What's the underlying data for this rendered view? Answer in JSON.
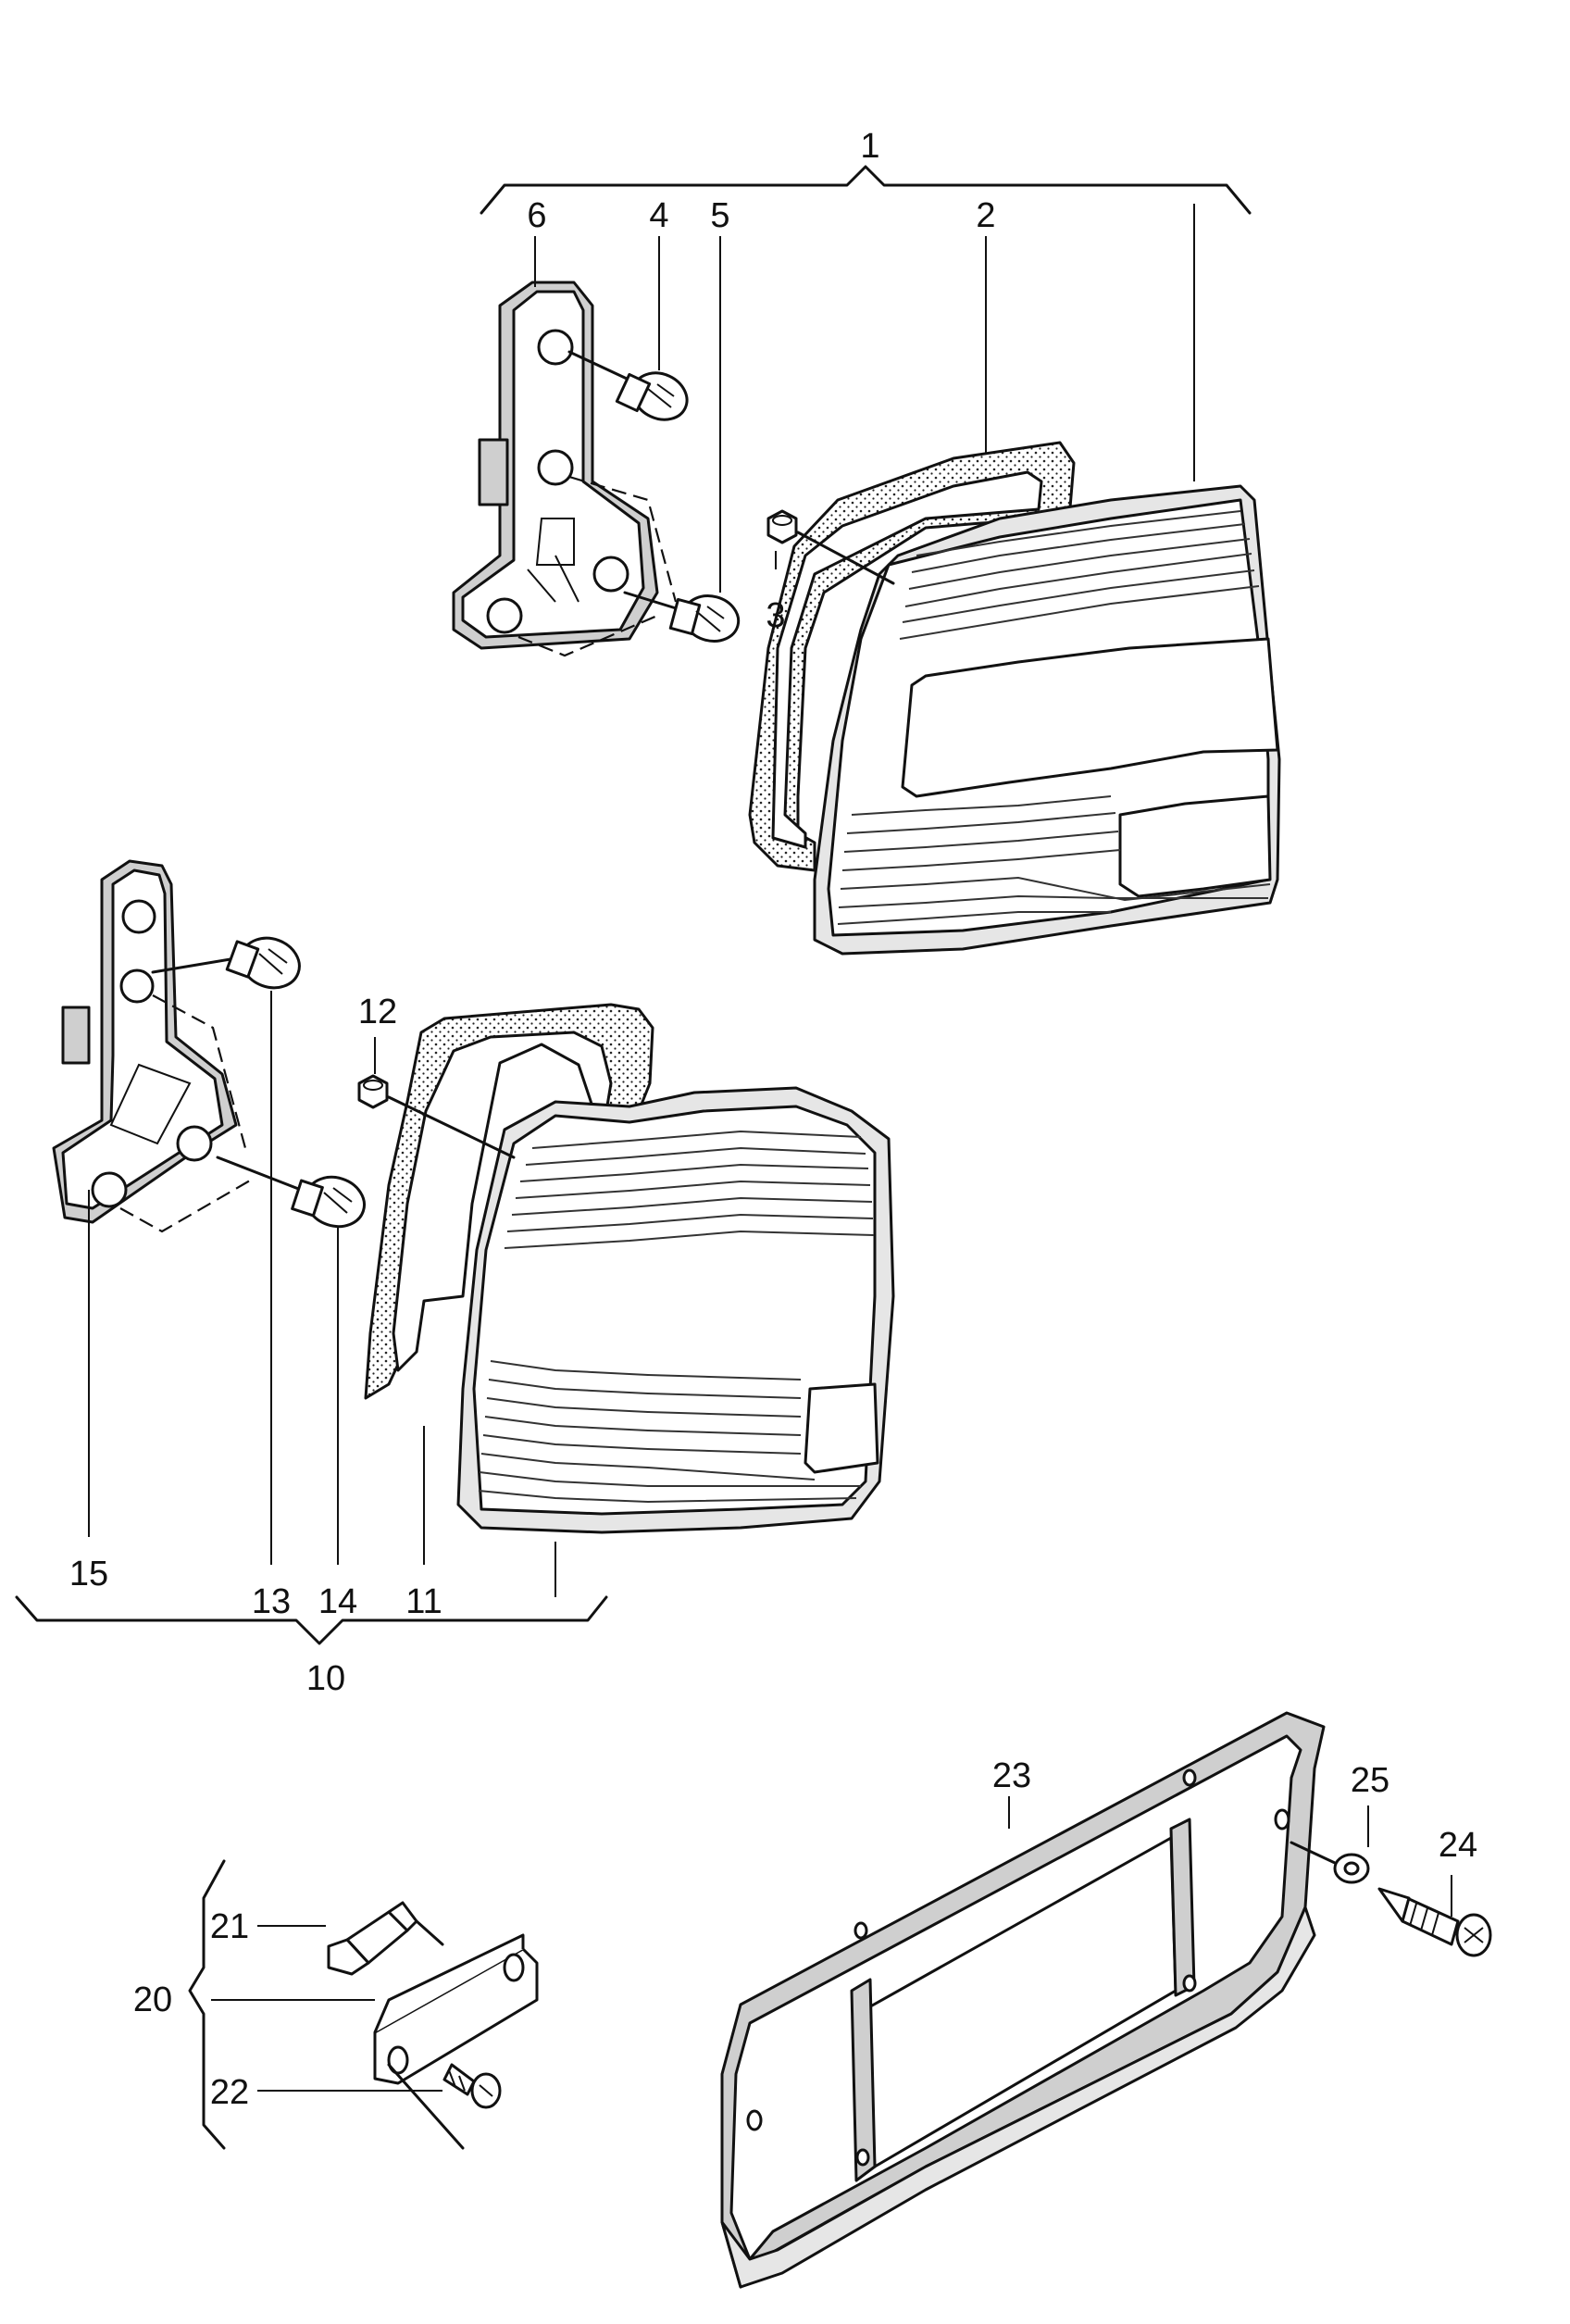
{
  "labels": {
    "p1": "1",
    "p2": "2",
    "p3": "3",
    "p4": "4",
    "p5": "5",
    "p6": "6",
    "p10": "10",
    "p11": "11",
    "p12": "12",
    "p13": "13",
    "p14": "14",
    "p15": "15",
    "p20": "20",
    "p21": "21",
    "p22": "22",
    "p23": "23",
    "p24": "24",
    "p25": "25"
  }
}
